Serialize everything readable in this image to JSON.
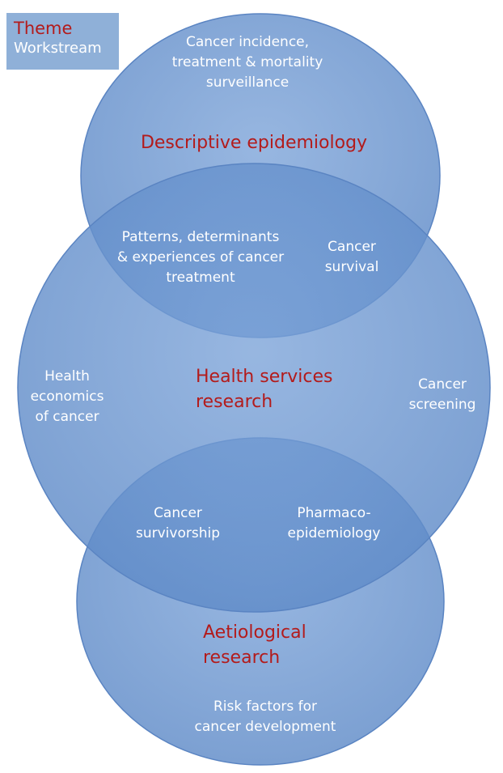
{
  "legend": {
    "theme": "Theme",
    "workstream": "Workstream"
  },
  "themes": {
    "descriptive": "Descriptive epidemiology",
    "health_services": "Health services\nresearch",
    "aetiological": "Aetiological\nresearch"
  },
  "workstreams": {
    "incidence": "Cancer  incidence,\ntreatment & mortality\nsurveillance",
    "patterns": "Patterns,  determinants\n& experiences  of cancer\ntreatment",
    "survival": "Cancer\nsurvival",
    "health_economics": "Health\neconomics\nof cancer",
    "screening": "Cancer\nscreening",
    "survivorship": "Cancer\nsurvivorship",
    "pharmaco": "Pharmaco-\nepidemiology",
    "risk_factors": "Risk factors for\ncancer development"
  },
  "colors": {
    "circle_fill": "#6c95cf",
    "circle_edge": "#5a84c2",
    "theme_text": "#b31b1b",
    "workstream_text": "#ffffff",
    "legend_bg": "#8fb0d8"
  }
}
